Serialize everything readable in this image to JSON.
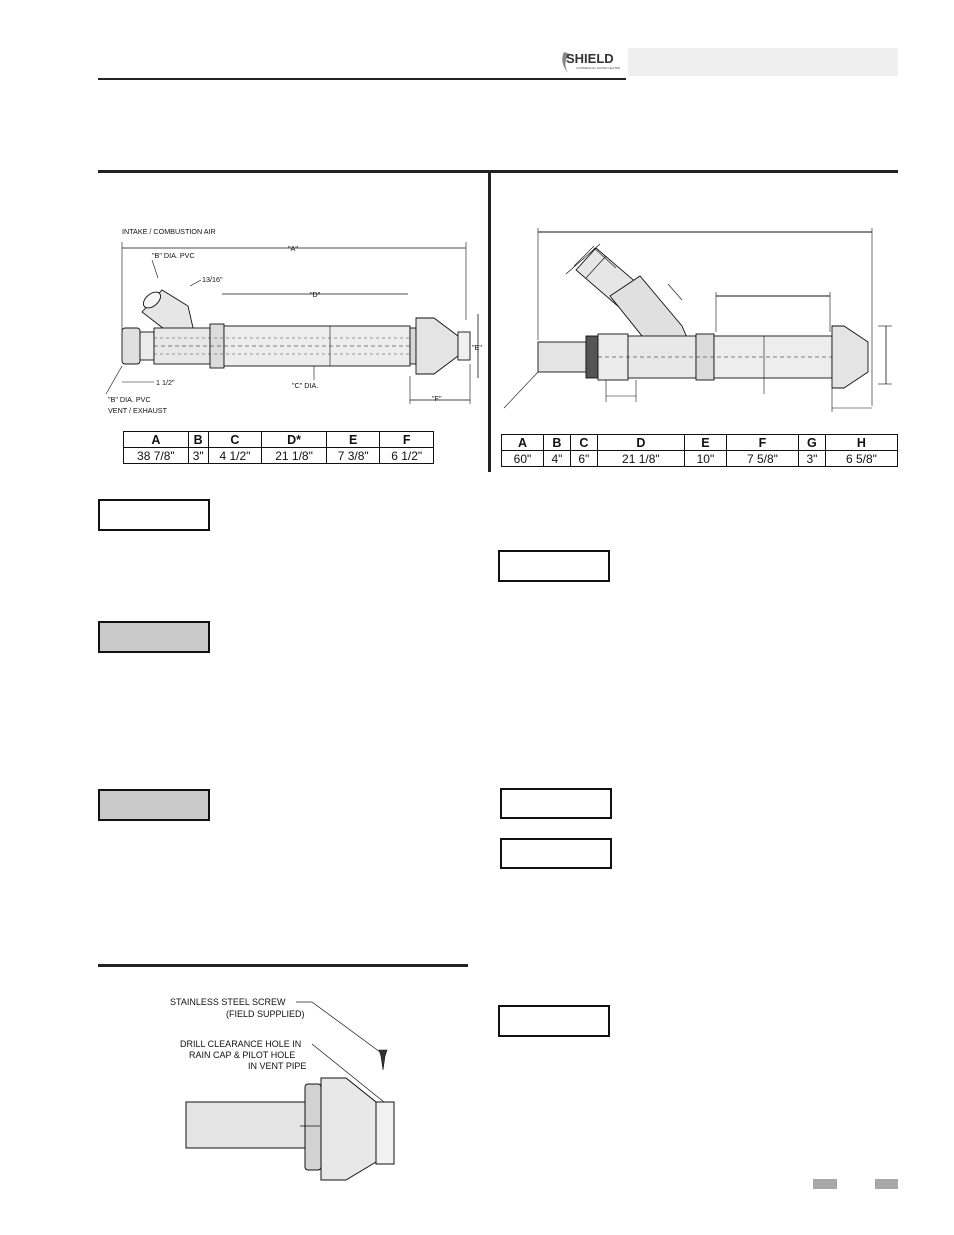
{
  "header": {
    "logo_text": "SHIELD",
    "logo_subtext": "COMMERCIAL WATER HEATER"
  },
  "figure_left": {
    "labels": {
      "intake": "INTAKE / COMBUSTION AIR",
      "a": "\"A\"",
      "b_top": "\"B\" DIA. PVC",
      "dim_1316": "13/16\"",
      "d": "\"D\"",
      "e": "\"E\"",
      "c": "\"C\" DIA.",
      "b_bottom_1": "\"B\" DIA. PVC",
      "b_bottom_2": "VENT / EXHAUST",
      "dim_112": "1 1/2\"",
      "f": "\"F\""
    },
    "table": {
      "headers": [
        "A",
        "B",
        "C",
        "D*",
        "E",
        "F"
      ],
      "values": [
        "38 7/8\"",
        "3\"",
        "4 1/2\"",
        "21 1/8\"",
        "7 3/8\"",
        "6 1/2\""
      ]
    }
  },
  "figure_right": {
    "table": {
      "headers": [
        "A",
        "B",
        "C",
        "D",
        "E",
        "F",
        "G",
        "H"
      ],
      "values": [
        "60\"",
        "4\"",
        "6\"",
        "21 1/8\"",
        "10\"",
        "7 5/8\"",
        "3\"",
        "6 5/8\""
      ]
    }
  },
  "figure_raincap": {
    "labels": {
      "screw_1": "STAINLESS STEEL SCREW",
      "screw_2": "(FIELD SUPPLIED)",
      "drill_1": "DRILL CLEARANCE HOLE IN",
      "drill_2": "RAIN CAP & PILOT HOLE",
      "drill_3": "IN VENT PIPE"
    }
  }
}
